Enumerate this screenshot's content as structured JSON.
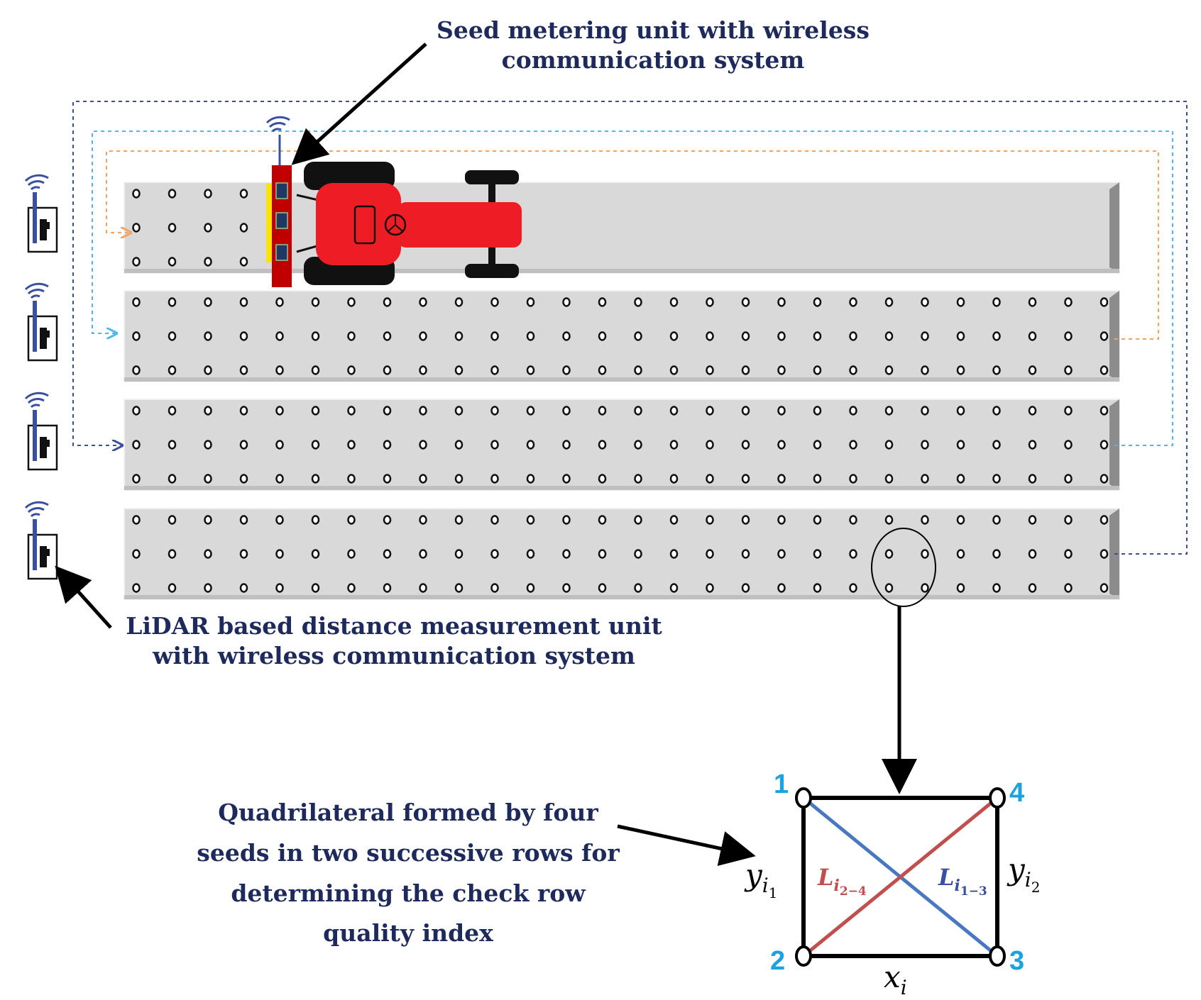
{
  "labels": {
    "seed_metering": [
      "Seed metering unit with wireless",
      "communication system"
    ],
    "lidar": [
      "LiDAR based distance measurement unit",
      "with wireless communication system"
    ],
    "quadrilateral": [
      "Quadrilateral formed by four",
      "seeds in two successive rows for",
      "determining the check row",
      "quality index"
    ]
  },
  "quad": {
    "corners": [
      "1",
      "2",
      "3",
      "4"
    ],
    "y1_base": "y",
    "y1_sub": "i",
    "y1_subsub": "1",
    "y2_base": "y",
    "y2_sub": "i",
    "y2_subsub": "2",
    "x_base": "x",
    "x_sub": "i",
    "l24_base": "L",
    "l24_sub": "i",
    "l24_subsub": "2−4",
    "l13_base": "L",
    "l13_sub": "i",
    "l13_subsub": "1−3"
  },
  "colors": {
    "label_text": "#1f2a5c",
    "corner_numbers": "#1aa3e0",
    "diag_l13": "#4a78c0",
    "diag_l24": "#c0504d",
    "tractor": "#ee1c24",
    "row_fill": "#d9d9d9",
    "link_orange": "#f4a460",
    "link_lightblue": "#4db8ec",
    "link_darkblue": "#3a4fa0"
  },
  "icons": [
    "wifi-icon",
    "lidar-unit-icon",
    "tractor-icon",
    "seed-metering-unit-icon",
    "seed-icon"
  ]
}
